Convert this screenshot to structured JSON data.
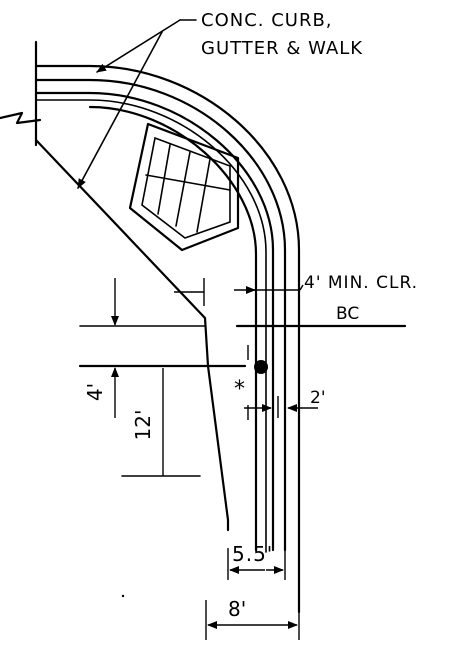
{
  "drawing": {
    "callout_curb": {
      "line1": "CONC. CURB,",
      "line2": "GUTTER & WALK"
    },
    "callout_clearance": "4' MIN. CLR.",
    "label_bc": "BC",
    "dims": {
      "offset_4": "4'",
      "offset_12": "12'",
      "gap_2": "2'",
      "width_5_5": "5.5'",
      "width_8": "8'",
      "asterisk": "*"
    }
  }
}
